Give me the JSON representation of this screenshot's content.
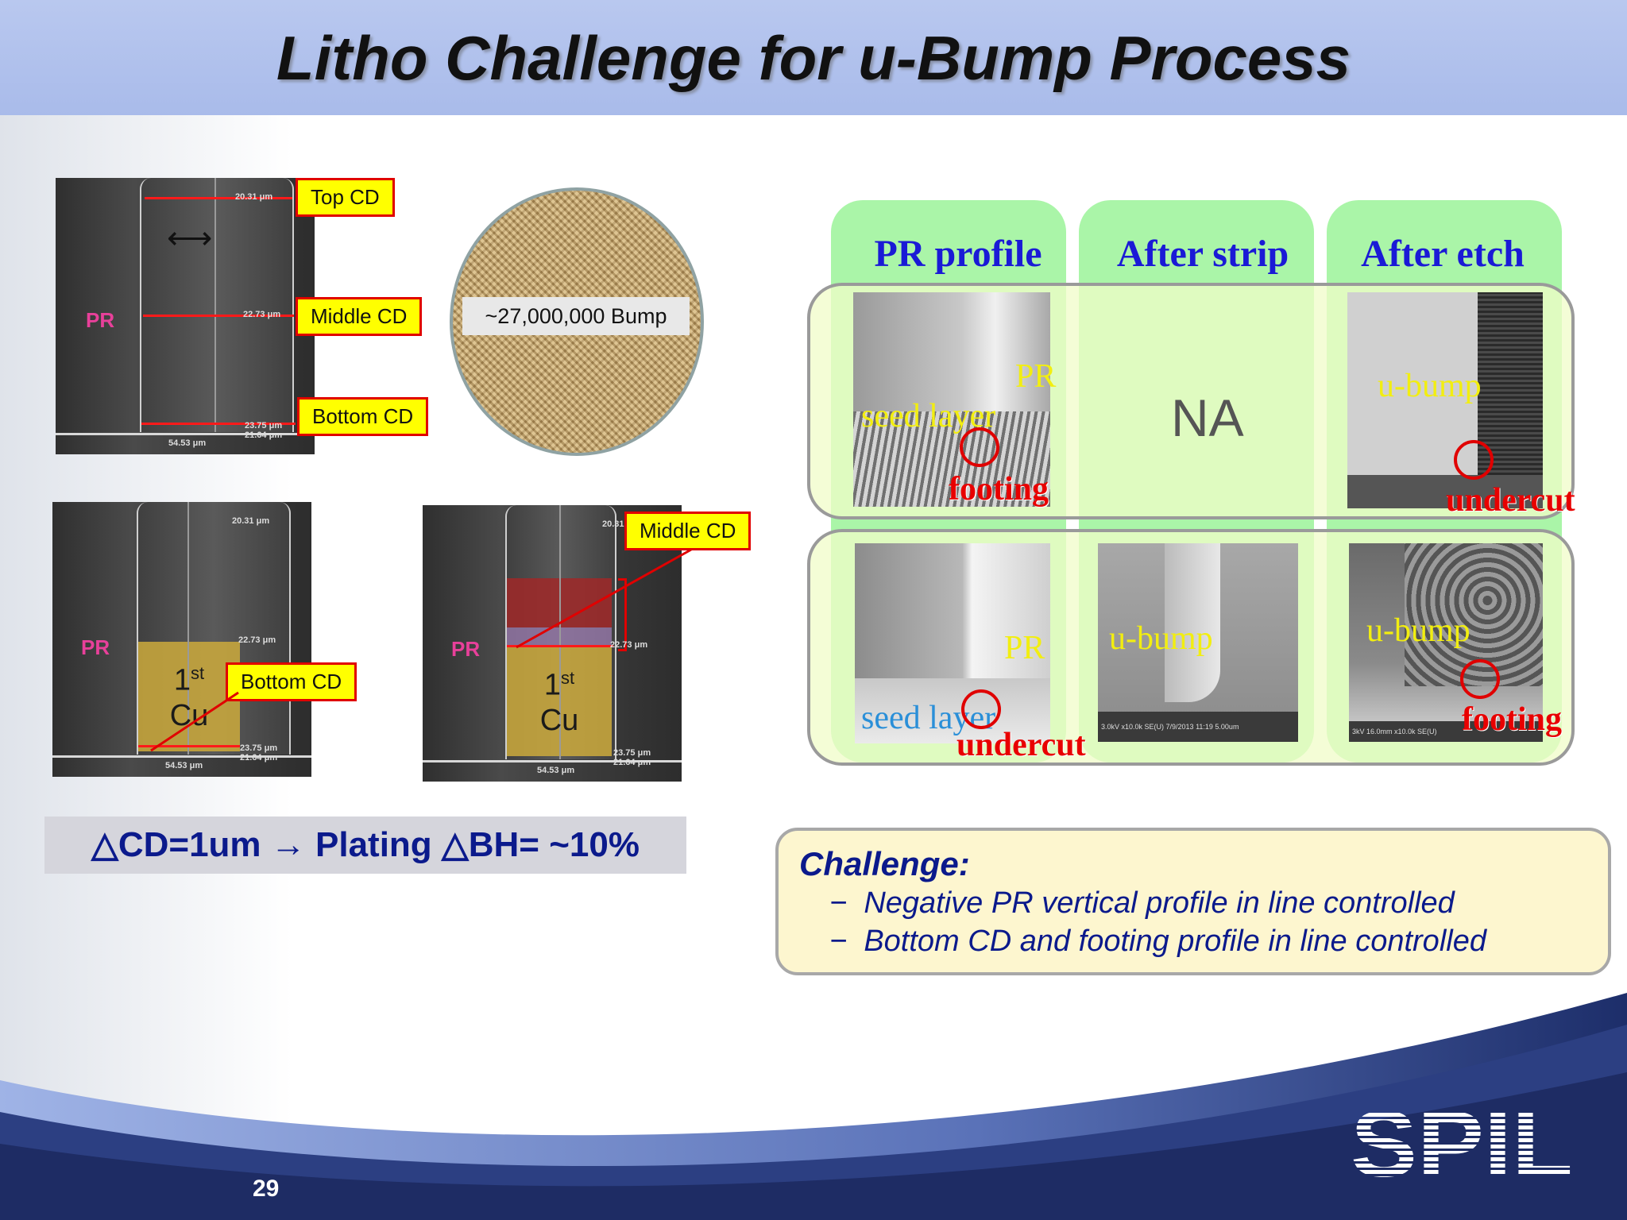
{
  "slide": {
    "title": "Litho Challenge for u-Bump Process",
    "page_number": "29",
    "logo_text": "SPIL"
  },
  "left_panels": {
    "measurements": {
      "top": "20.31 μm",
      "middle": "22.73 μm",
      "bottom_a": "23.75 μm",
      "bottom_b": "21.64 μm",
      "base": "54.53 μm"
    },
    "pr_label": "PR",
    "callouts": {
      "top_cd": "Top CD",
      "middle_cd": "Middle CD",
      "bottom_cd": "Bottom CD"
    },
    "cu_label": {
      "number": "1",
      "superscript": "st",
      "metal": "Cu"
    },
    "bump_count": "~27,000,000 Bump",
    "formula": "△CD=1um → Plating △BH= ~10%"
  },
  "right_panel": {
    "columns": [
      "PR profile",
      "After strip",
      "After etch"
    ],
    "row1": {
      "pr": "PR",
      "seed_layer": "seed layer",
      "footing": "footing",
      "na": "NA",
      "u_bump": "u-bump",
      "undercut": "undercut"
    },
    "row2": {
      "pr": "PR",
      "seed_layer": "seed layer",
      "undercut": "undercut",
      "u_bump_strip": "u-bump",
      "u_bump_etch": "u-bump",
      "footing": "footing",
      "sem_footer": "3.0kV x10.0k SE(U) 7/9/2013 11:19     5.00um",
      "sem_footer_etch": "3kV 16.0mm x10.0k SE(U)"
    }
  },
  "challenge": {
    "title": "Challenge:",
    "items": [
      "Negative PR vertical profile in line controlled",
      "Bottom CD and footing profile in line controlled"
    ]
  },
  "colors": {
    "header": "#a9bbea",
    "title_blue": "#0b1a8c",
    "column_green": "#aaf5a8",
    "callout_yellow": "#ffff00",
    "alert_red": "#e80000"
  }
}
